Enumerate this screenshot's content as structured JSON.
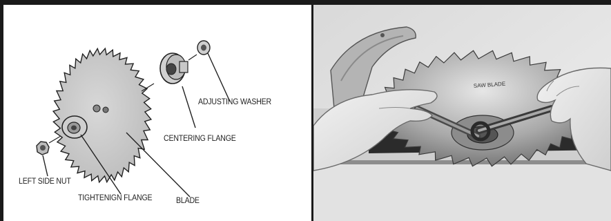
{
  "diagram": {
    "labels": {
      "adjusting_washer": "ADJUSTING WASHER",
      "centering_flange": "CENTERING FLANGE",
      "left_side_nut": "LEFT SIDE NUT",
      "tightening_flange": "TIGHTENIGN FLANGE",
      "blade": "BLADE"
    }
  },
  "photo": {
    "blade_text": "SAW BLADE"
  }
}
